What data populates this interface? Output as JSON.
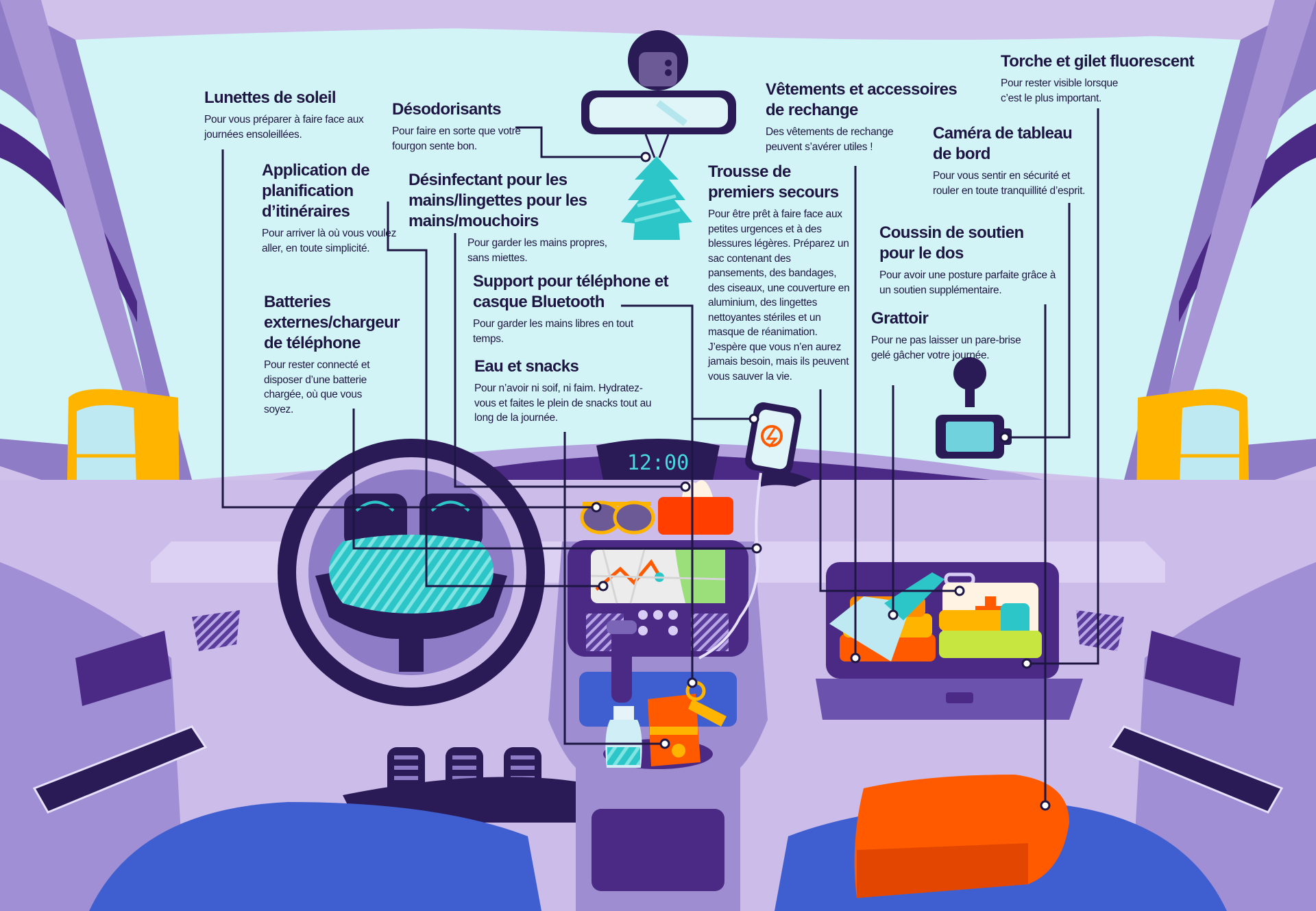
{
  "dashboard": {
    "clock": "12:00"
  },
  "colors": {
    "sky": "#d2f4f6",
    "frame": "#4a2a84",
    "dash": "#c6b4e6",
    "accent_orange": "#ff5a00",
    "accent_teal": "#2dc6c8",
    "mirror_yellow": "#ffb400",
    "seat_blue": "#3f5fd0",
    "text": "#1e1642"
  },
  "callouts": [
    {
      "id": "sunglasses",
      "title": "Lunettes de soleil",
      "text": "Pour vous préparer à faire face aux journées ensoleillées.",
      "icon": "sunglasses-icon"
    },
    {
      "id": "fresheners",
      "title": "Désodorisants",
      "text": "Pour faire en sorte que votre fourgon sente bon.",
      "icon": "air-freshener-icon"
    },
    {
      "id": "route-app",
      "title": "Application de planification d’itinéraires",
      "text": "Pour arriver là où vous voulez aller, en toute simplicité.",
      "icon": "navigation-map-icon"
    },
    {
      "id": "sanitizer",
      "title": "Désinfectant pour les mains/lingettes pour les mains/mouchoirs",
      "text": "Pour garder les mains propres, sans miettes.",
      "icon": "tissue-box-icon"
    },
    {
      "id": "batteries",
      "title": "Batteries externes/chargeur de téléphone",
      "text": "Pour rester connecté et disposer d’une batterie chargée, où que vous soyez.",
      "icon": "charger-cable-icon"
    },
    {
      "id": "phone-holder",
      "title": "Support pour téléphone et casque Bluetooth",
      "text": "Pour garder les mains libres en tout temps.",
      "icon": "phone-holder-icon"
    },
    {
      "id": "water-snacks",
      "title": "Eau et snacks",
      "text": "Pour n’avoir ni soif, ni faim. Hydratez-vous et faites le plein de snacks tout au long de la journée.",
      "icon": "water-bottle-icon"
    },
    {
      "id": "clothes",
      "title": "Vêtements et accessoires de rechange",
      "text": "Des vêtements de rechange peuvent s’avérer utiles !",
      "icon": "folded-clothes-icon"
    },
    {
      "id": "first-aid",
      "title": "Trousse de premiers secours",
      "text": "Pour être prêt à faire face aux petites urgences et à des blessures légères. Préparez un sac contenant des pansements, des bandages, des ciseaux, une couverture en aluminium, des lingettes nettoyantes stériles et un masque de réanimation. J’espère que vous n’en aurez jamais besoin, mais ils peuvent vous sauver la vie.",
      "icon": "first-aid-kit-icon"
    },
    {
      "id": "torch",
      "title": "Torche et gilet fluorescent",
      "text": "Pour rester visible lorsque c’est le plus important.",
      "icon": "torch-icon"
    },
    {
      "id": "dashcam",
      "title": "Caméra de tableau de bord",
      "text": "Pour vous sentir en sécurité et rouler en toute tranquillité d’esprit.",
      "icon": "dashcam-icon"
    },
    {
      "id": "cushion",
      "title": "Coussin de soutien pour le dos",
      "text": "Pour avoir une posture parfaite grâce à un soutien supplémentaire.",
      "icon": "back-cushion-icon"
    },
    {
      "id": "scraper",
      "title": "Grattoir",
      "text": "Pour ne pas laisser un pare-brise gelé gâcher votre journée.",
      "icon": "ice-scraper-icon"
    }
  ]
}
